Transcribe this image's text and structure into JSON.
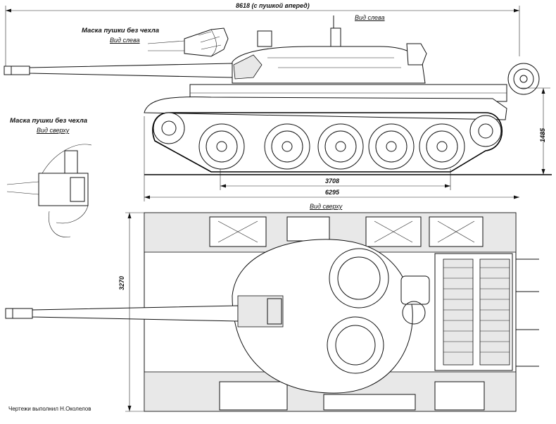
{
  "labels": {
    "overall_length": "8618 (с пушкой вперед)",
    "side_view_right": "Вид слева",
    "mask_title_side": "Маска пушки без чехла",
    "mask_view_side": "Вид слева",
    "mask_title_top": "Маска пушки без чехла",
    "mask_view_top": "Вид сверху",
    "height": "1485",
    "wheelbase": "3708",
    "hull_length": "6295",
    "top_view": "Вид сверху",
    "width": "3270",
    "credit": "Чертежи выполнил Н.Околелов"
  }
}
